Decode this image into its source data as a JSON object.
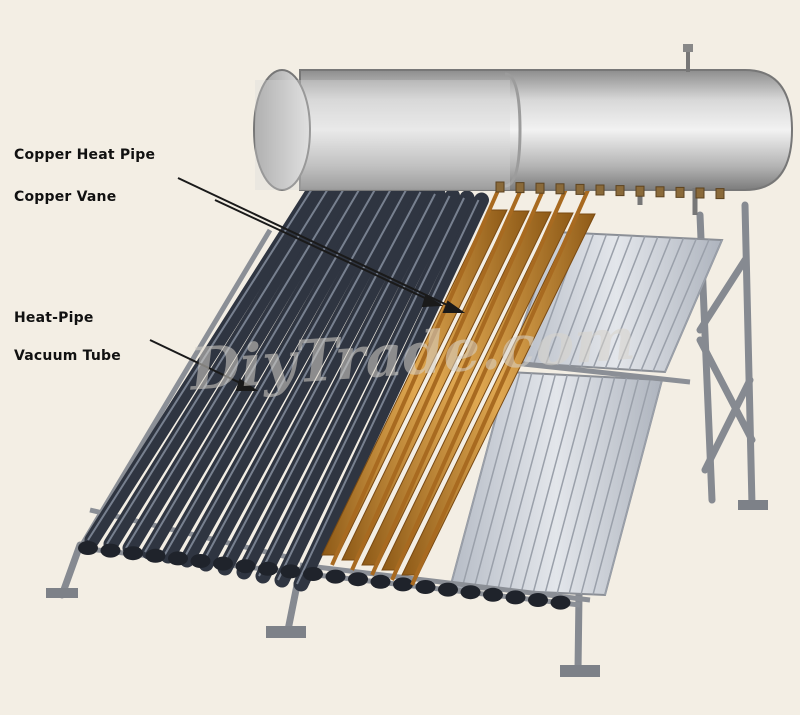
{
  "labels": {
    "copper_heat_pipe": "Copper Heat Pipe",
    "copper_vane": "Copper Vane",
    "heat_pipe": "Heat-Pipe",
    "vacuum_tube": "Vacuum Tube"
  },
  "watermark": "DiyTrade.com",
  "colors": {
    "background": "#f3eee4",
    "tank": "#c9c9c9",
    "vacuum_tube": "#3b4250",
    "copper": "#c7892f",
    "reflector": "#c8ccd3",
    "frame": "#8b8f96"
  },
  "counts": {
    "vacuum_tubes": 12,
    "heat_pipes": 5
  }
}
